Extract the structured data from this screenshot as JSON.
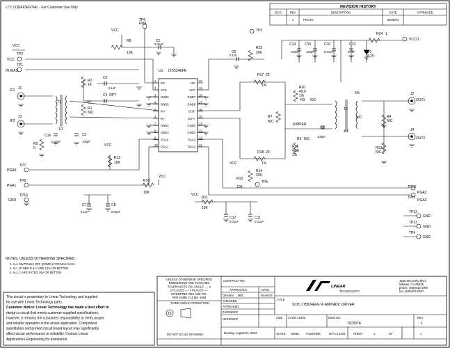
{
  "confidential": "LTC CONFIDENTIAL - For Customer Use Only",
  "revision": {
    "title": "REVISION HISTORY",
    "headers": [
      "ECO",
      "REV",
      "DESCRIPTION",
      "DATE",
      "APPROVED"
    ],
    "row": [
      "",
      "1",
      "PROTO",
      "06/08/04",
      ""
    ]
  },
  "ic": {
    "ref": "U1",
    "part": "LT5524EFE",
    "left_pins": [
      {
        "num": "1",
        "name": "EN"
      },
      {
        "num": "2",
        "name": "VCC"
      },
      {
        "num": "3",
        "name": "GND6"
      },
      {
        "num": "4",
        "name": "GND5"
      },
      {
        "num": "5",
        "name": "IN+"
      },
      {
        "num": "6",
        "name": "IN-"
      },
      {
        "num": "7",
        "name": "GND2"
      },
      {
        "num": "8",
        "name": "GND3"
      },
      {
        "num": "9",
        "name": "PGA0"
      },
      {
        "num": "10",
        "name": "PGA1"
      }
    ],
    "right_pins": [
      {
        "num": "20",
        "name": "N/C"
      },
      {
        "num": "19",
        "name": "VCC"
      },
      {
        "num": "18",
        "name": "GND7"
      },
      {
        "num": "17",
        "name": "GND8"
      },
      {
        "num": "16",
        "name": "OUT-"
      },
      {
        "num": "15",
        "name": "OUT+"
      },
      {
        "num": "14",
        "name": "GND1"
      },
      {
        "num": "13",
        "name": "GND4"
      },
      {
        "num": "12",
        "name": "PGA3"
      },
      {
        "num": "11",
        "name": "PGA2"
      }
    ]
  },
  "labels": {
    "vcc": "VCC",
    "vcco": "VCCO",
    "tp1": "TP1",
    "tp2": "TP2",
    "tp3": "TP3",
    "tp4": "TP4",
    "tp5": "TP5",
    "tp6": "TP6",
    "tp7": "TP7",
    "tp8": "TP8",
    "tp9": "TP9",
    "tp10": "TP10",
    "tp11": "TP11",
    "tp12": "TP12",
    "tp13": "TP13",
    "tp14": "TP14",
    "ena": "ENA",
    "in_bias": "IN BIAS",
    "if1": "IF1",
    "if2": "IF2",
    "j1": "J1",
    "j2": "J2",
    "j3": "J3",
    "j4": "J4",
    "out1": "OUT1",
    "out2": "OUT2",
    "pga0": "PGA0",
    "pga1": "PGA1",
    "pga2": "PGA2",
    "pga3": "PGA3",
    "gnd": "GND",
    "t1": "T1",
    "t2": "T2",
    "ratio1": "1:2",
    "ratio2": "4:1",
    "opt": "OPT",
    "jumper": "JUMPER",
    "five_pct": "5%",
    "d1": "D1",
    "d1v": "8.2V",
    "r1": "R1",
    "r1v": "N/C",
    "r2": "R2",
    "r2v": "1K",
    "r3": "R3",
    "r3v": "N/C",
    "r4": "R4",
    "r4v": "N/C",
    "r5": "R5",
    "r5v": "0",
    "r6": "R6",
    "r6v": "N/C",
    "r7": "R7",
    "r7v": "N/C",
    "r8": "R8",
    "r8v": "10K",
    "r10": "R10",
    "r10v": "10K",
    "r11": "R11",
    "r11v": "10K",
    "r12": "R12",
    "r12v": "10K",
    "r13": "R13",
    "r13v": "10K",
    "r14": "R14",
    "r14v": "20K",
    "r15": "R15",
    "r15v": "20K",
    "r17": "R17",
    "r17v": "20",
    "r18": "R18",
    "r18v": "20",
    "r19": "R19",
    "r19v": "N/C",
    "r20": "R20",
    "r20v": "49.9",
    "r21": "R21",
    "r21v": "49.9",
    "r24": "R24",
    "r24v": "1",
    "one_pct": "1%",
    "c1": "C1",
    "c1v": "100pF",
    "c2": "C2",
    "c2v": "0.01uF",
    "c3": "C3",
    "c3v": "0.01uF",
    "c4": "C4",
    "c5": "C5",
    "c5v": "0.1uF",
    "c6": "C6",
    "c6v": "0.1uF",
    "c7": "C7",
    "c7v": "0.1uF",
    "c8": "C8",
    "c8v": "0.01uF",
    "c9": "C9",
    "c9v": "100pF",
    "c10": "C10",
    "c10v": "0.01uF",
    "c11": "C11",
    "c11v": "0.01uF",
    "c12": "C12",
    "c12v": "0.01uF",
    "c13": "C13",
    "c13v": "4.7uF",
    "c14": "C14",
    "c14v": "100pF",
    "c15": "C15",
    "c15v": "100pF",
    "c16": "C16",
    "c16v": "0.47uF"
  },
  "notes": {
    "title": "NOTES: UNLESS OTHERWISE SPECIFIED,",
    "items": [
      "1.  ALL SWITCHES OFF (DOWN) FOR MAX GAIN.",
      "2.  ALL OTHER R & C ARE 10% OR BETTER.",
      "3.  ALL C ARE RATED 16V OR BETTER."
    ]
  },
  "disclaimer": [
    "This circuit is proprietary to Linear Technology and supplied",
    "for use with Linear Technology parts.",
    "Customer Notice: Linear Technology has made a best effort to",
    "design a circuit that meets customer-supplied specifications;",
    "however, it remains the customers responsibility to verify proper",
    "and reliable operation in the actual application. Component",
    "substitution and printed circuit board layout may significantly",
    "affect circuit performance or reliability. Contact Linear",
    "Applications Engineering for assistance."
  ],
  "tolerance": [
    "UNLESS OTHERWISE SPECIFIED",
    "DIMENSIONS ARE IN INCHES",
    "TOLERANCES ON: ANGLE ---- ±",
    "2 PLACES ---- 3 PLACES ----",
    "INTERPRET DIM AND TOL",
    "PER ASME Y14.5M -1994"
  ],
  "title_block": {
    "third_angle": "THIRD ANGLE PROJECTION",
    "do_not_scale": "DO NOT SCALE DRAWING",
    "contract": "CONTRACT NO.",
    "approvals": "APPROVALS",
    "date_hdr": "DATE",
    "roles": [
      "DRAWN",
      "CHECKED",
      "APPROVED",
      "ENGINEER",
      "DESIGNER"
    ],
    "drawn_by": "MEI",
    "drawn_date": "06-08-04",
    "logo": "LINEAR",
    "logo_sub": "TECHNOLOGY",
    "address": [
      "1630 McCarthy Blvd.",
      "Milpitas, CA 95035",
      "phone: (408)432-1900",
      "fax: (408)434-0507"
    ],
    "title_label": "TITLE",
    "title": "SCH, LT5524EFE IF AMP/ADC DRIVER",
    "size_label": "SIZE",
    "cage_label": "CAGE CODE",
    "dwg_label": "DWG NO",
    "dwg": "DC807A",
    "rev_label": "REV",
    "rev": "1",
    "scale_label": "SCALE",
    "scale": "NONE",
    "filename_label": "FILENAME",
    "filename": "807A-1.DSN",
    "sheet_label": "SHEET",
    "sheet": "1",
    "of_label": "OF",
    "sheets": "1",
    "printed_date": "Monday, August 02, 2004"
  }
}
